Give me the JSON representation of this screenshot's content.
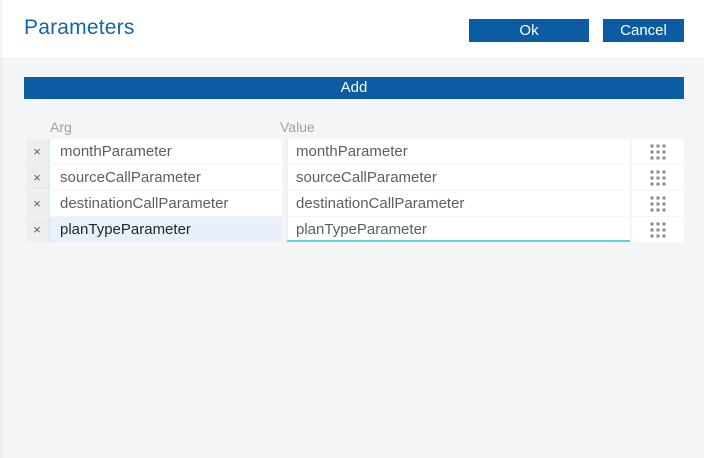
{
  "dialog": {
    "title": "Parameters",
    "ok_label": "Ok",
    "cancel_label": "Cancel",
    "add_label": "Add"
  },
  "table": {
    "columns": [
      "Arg",
      "Value"
    ],
    "delete_glyph": "×",
    "rows": [
      {
        "arg": "monthParameter",
        "value": "monthParameter",
        "selected": false
      },
      {
        "arg": "sourceCallParameter",
        "value": "sourceCallParameter",
        "selected": false
      },
      {
        "arg": "destinationCallParameter",
        "value": "destinationCallParameter",
        "selected": false
      },
      {
        "arg": "planTypeParameter",
        "value": "planTypeParameter",
        "selected": true
      }
    ]
  },
  "colors": {
    "accent": "#0b5ca3",
    "title": "#1566a9",
    "panel_bg": "#f4f5f7",
    "selected_row": "#eaf0fb",
    "focus_underline": "#5ad4de"
  }
}
